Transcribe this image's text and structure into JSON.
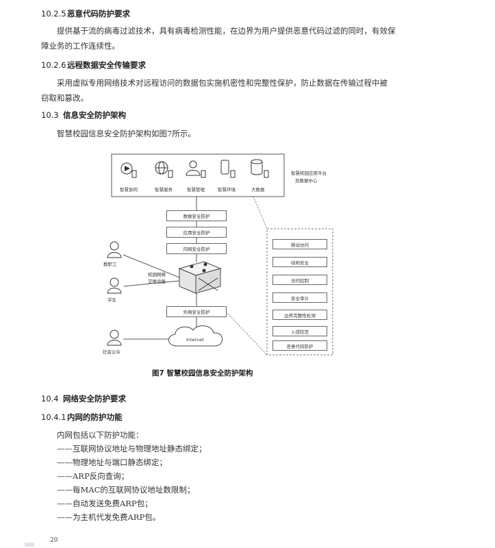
{
  "sections": {
    "s1025": {
      "num": "10.2.5",
      "title": "恶意代码防护要求",
      "line1": "提供基于流的病毒过滤技术，具有病毒检测性能，在边界为用户提供恶意代码过滤的同时，有效保",
      "line2": "障业务的工作连续性。"
    },
    "s1026": {
      "num": "10.2.6",
      "title": "远程数据安全传输要求",
      "line1": "采用虚拟专用网络技术对远程访问的数据包实施机密性和完整性保护，防止数据在传输过程中被",
      "line2": "窃取和篡改。"
    },
    "s103": {
      "num": "10.3",
      "title": "信息安全防护架构",
      "intro": "智慧校园信息安全防护架构如图7所示。"
    },
    "s104": {
      "num": "10.4",
      "title": "网络安全防护要求"
    },
    "s1041": {
      "num": "10.4.1",
      "title": "内网的防护功能",
      "intro": "内网包括以下防护功能：",
      "items": [
        "——互联网协议地址与物理地址静态绑定；",
        "——物理地址与端口静态绑定；",
        "——ARP反向查询；",
        "——每MAC的互联网协议地址数限制；",
        "——自动发送免费ARP包；",
        "——为主机代发免费ARP包。"
      ]
    }
  },
  "figure": {
    "caption": "图7   智慧校园信息安全防护架构",
    "platform_label_1": "智慧校园应用平台",
    "platform_label_2": "及数据中心",
    "apps": [
      "智慧协同",
      "智慧服务",
      "智慧管理",
      "智慧环境",
      "大数据"
    ],
    "layers": [
      "数据安全防护",
      "应用安全防护",
      "内网安全防护"
    ],
    "outer_layer": "外网安全防护",
    "switch_label_1": "校园网络",
    "switch_label_2": "交换设备",
    "internet": "Internet",
    "users": [
      "教职工",
      "学生",
      "社会公众"
    ],
    "measures": [
      "移动访问",
      "结构安全",
      "访问控制",
      "安全审计",
      "边界完整性检测",
      "入侵防范",
      "恶意代码防护"
    ]
  },
  "page_number": "20"
}
